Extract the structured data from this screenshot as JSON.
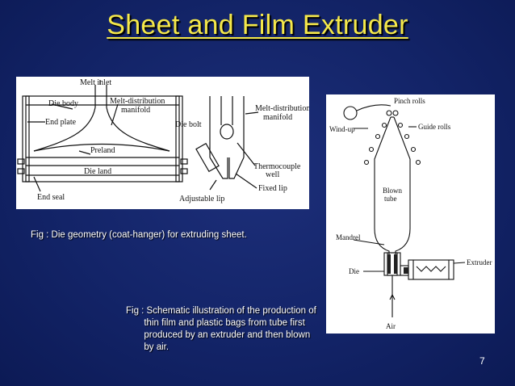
{
  "title": "Sheet and Film Extruder",
  "die_figure": {
    "labels": {
      "melt_inlet": "Melt inlet",
      "die_body": "Die body",
      "melt_distribution_manifold_a": "Melt-distribution",
      "melt_distribution_manifold_b": "manifold",
      "end_plate": "End plate",
      "preland": "Preland",
      "die_land": "Die land",
      "end_seal": "End seal",
      "die_bolt": "Die bolt",
      "melt_distribution_manifold2_a": "Melt-distribution",
      "melt_distribution_manifold2_b": "manifold",
      "thermocouple_well_a": "Thermocouple",
      "thermocouple_well_b": "well",
      "fixed_lip": "Fixed lip",
      "adjustable_lip": "Adjustable lip"
    }
  },
  "film_figure": {
    "labels": {
      "pinch_rolls": "Pinch rolls",
      "wind_up": "Wind-up",
      "guide_rolls": "Guide rolls",
      "blown_tube_a": "Blown",
      "blown_tube_b": "tube",
      "mandrel": "Mandrel",
      "die": "Die",
      "extruder": "Extruder",
      "air": "Air"
    }
  },
  "caption1": "Fig : Die geometry (coat-hanger) for extruding sheet.",
  "caption2": "Fig : Schematic illustration of the production of\n       thin film and plastic bags from tube first\n       produced by an extruder and then blown\n       by air.",
  "slide_number": "7"
}
